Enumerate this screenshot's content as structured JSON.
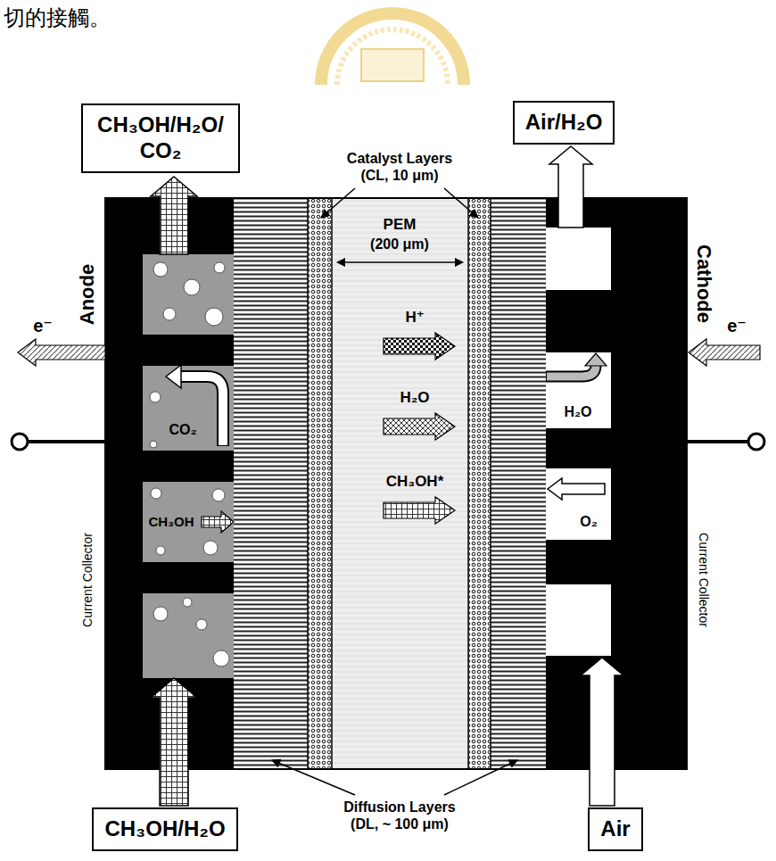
{
  "diagram": {
    "nodes": [
      {
        "text": [
          "CH₃OH/H₂O/ CO₂"
        ]
      },
      {
        "text": [
          "Air/H₂O"
        ]
      },
      {
        "text": [
          "CH₃OH/H₂O"
        ]
      },
      {
        "text": [
          "Air"
        ]
      }
    ],
    "labels": [
      "切的接觸。",
      "Catalyst Layers (CL, 10 μm)",
      "PEM",
      "(200 μm)",
      "Anode",
      "Cathode",
      "e⁻",
      "e⁻",
      "CO₂",
      "CH₃OH",
      "H⁺",
      "H₂O",
      "CH₃OH*",
      "H₂O",
      "O₂",
      "Current Collector",
      "Current Collector",
      "Diffusion Layers (DL, ~ 100 μm)"
    ]
  }
}
